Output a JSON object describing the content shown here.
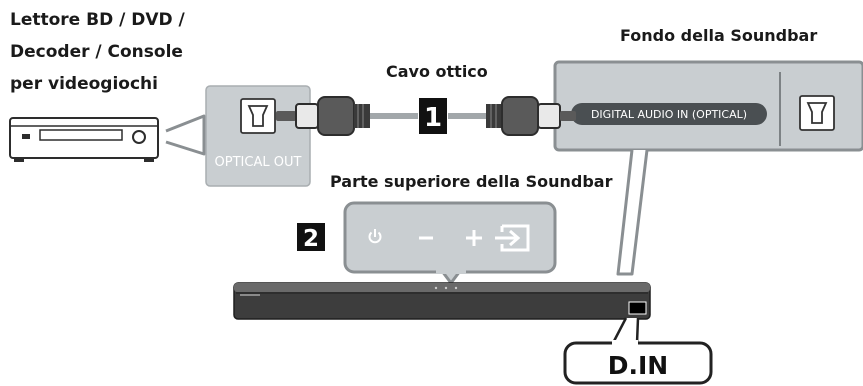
{
  "labels": {
    "device_line1": "Lettore BD / DVD /",
    "device_line2": "Decoder / Console",
    "device_line3": "per videogiochi",
    "cable": "Cavo ottico",
    "soundbar_bottom": "Fondo della Soundbar",
    "soundbar_top": "Parte superiore della Soundbar"
  },
  "port_labels": {
    "optical_out": "OPTICAL OUT",
    "digital_audio_in": "DIGITAL AUDIO IN (OPTICAL)"
  },
  "steps": {
    "step1": "1",
    "step2": "2"
  },
  "control_panel": {
    "power_icon": "power-icon",
    "minus_icon": "volume-down-icon",
    "plus_icon": "volume-up-icon",
    "source_icon": "input-source-icon"
  },
  "display": {
    "mode_text": "D.IN"
  },
  "colors": {
    "panel_bg": "#c9ced1",
    "dark": "#2d2d2d",
    "cable": "#3a3a3a",
    "callout_border": "#222222"
  }
}
